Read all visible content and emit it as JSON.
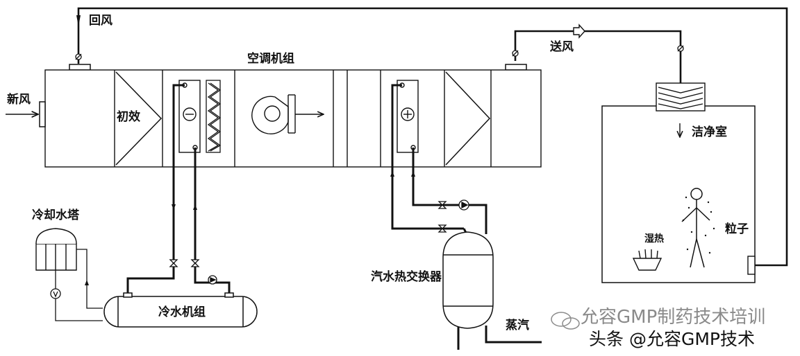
{
  "labels": {
    "return_air": "回风",
    "supply_air": "送风",
    "fresh_air": "新风",
    "ahu": "空调机组",
    "pre_filter": "初效",
    "cleanroom": "洁净室",
    "cooling_tower": "冷却水塔",
    "chiller": "冷水机组",
    "heat_exchanger": "汽水热交换器",
    "steam": "蒸汽",
    "humidifier": "湿热",
    "particles": "粒子"
  },
  "watermark": {
    "line1": "允容GMP制药技术培训",
    "line2": "头条 @允容GMP技术"
  }
}
